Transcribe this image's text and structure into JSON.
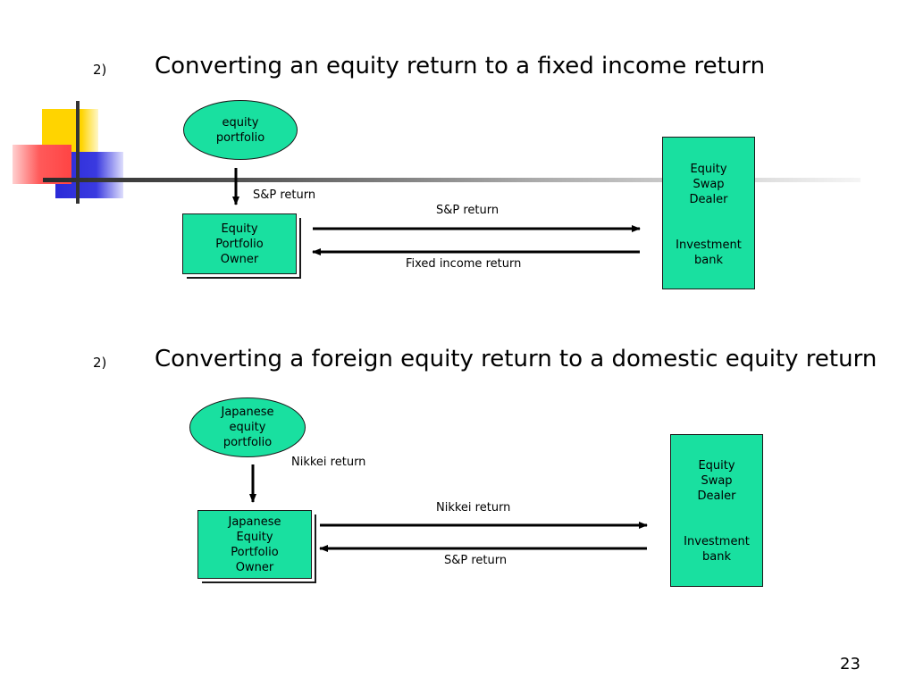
{
  "slide": {
    "page_number": "23"
  },
  "section1": {
    "number": "2)",
    "title": "Converting an equity return to a fixed income return",
    "ellipse_label": "equity\nportfolio",
    "owner_label": "Equity\nPortfolio\nOwner",
    "dealer_label": "Equity\nSwap\nDealer",
    "bank_label": "Investment\nbank",
    "down_arrow_label": "S&P return",
    "right_arrow_label": "S&P return",
    "left_arrow_label": "Fixed income return"
  },
  "section2": {
    "number": "2)",
    "title": "Converting a foreign equity return to a domestic equity return",
    "ellipse_label": "Japanese\nequity\nportfolio",
    "owner_label": "Japanese\nEquity\nPortfolio\nOwner",
    "dealer_label": "Equity\nSwap\nDealer",
    "bank_label": "Investment\nbank",
    "down_arrow_label": "Nikkei return",
    "right_arrow_label": "Nikkei return",
    "left_arrow_label": "S&P return"
  },
  "colors": {
    "node_fill": "#19e0a0",
    "stroke": "#1a1a1a"
  }
}
